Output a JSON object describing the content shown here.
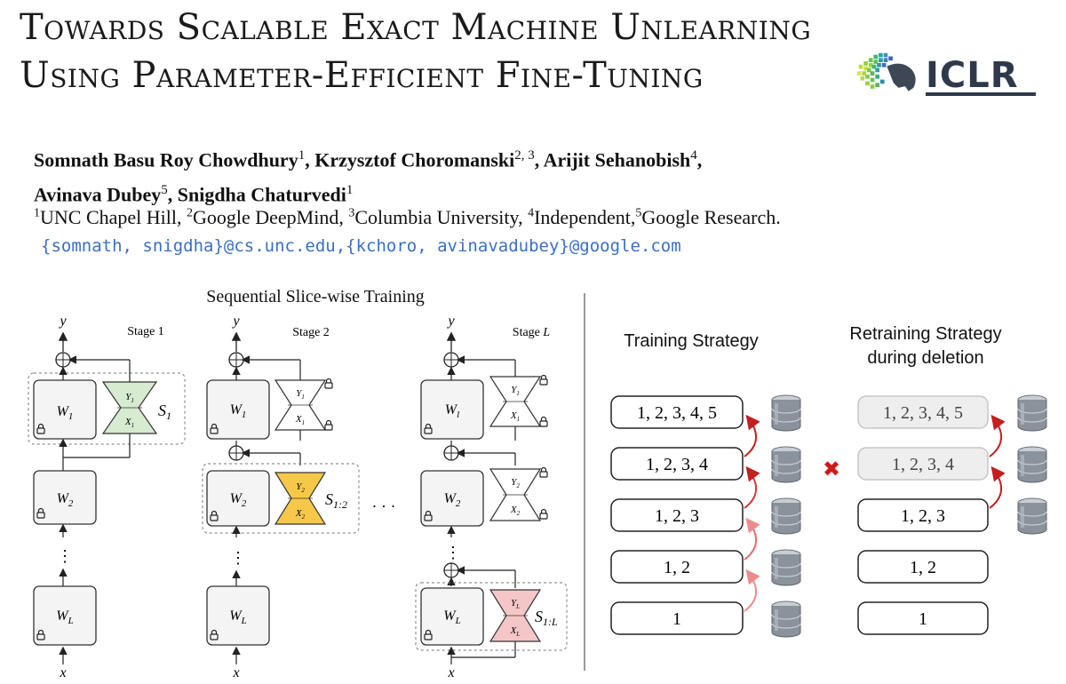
{
  "title": {
    "line1": "Towards Scalable Exact Machine Unlearning",
    "line2": "Using Parameter-Efficient Fine-Tuning"
  },
  "logo": {
    "text": "ICLR"
  },
  "authors": [
    {
      "name": "Somnath Basu Roy Chowdhury",
      "sup": "1",
      "sep": ", "
    },
    {
      "name": "Krzysztof Choromanski",
      "sup": "2, 3",
      "sep": ", "
    },
    {
      "name": "Arijit Sehanobish",
      "sup": "4",
      "sep": ","
    },
    {
      "name": "Avinava Dubey",
      "sup": "5",
      "sep": ", "
    },
    {
      "name": "Snigdha Chaturvedi",
      "sup": "1",
      "sep": ""
    }
  ],
  "affiliations": [
    {
      "sup": "1",
      "name": "UNC Chapel Hill, "
    },
    {
      "sup": "2",
      "name": "Google DeepMind, "
    },
    {
      "sup": "3",
      "name": "Columbia University, "
    },
    {
      "sup": "4",
      "name": "Independent,"
    },
    {
      "sup": "5",
      "name": "Google Research."
    }
  ],
  "emails": "{somnath, snigdha}@cs.unc.edu,{kchoro, avinavadubey}@google.com",
  "figure_left": {
    "heading": "Sequential Slice-wise Training",
    "stages": [
      {
        "label": "Stage 1",
        "output": "y",
        "input": "x",
        "top_block": "W",
        "top_sub": "1",
        "adapter_top": "Y",
        "adapter_top_sub": "1",
        "adapter_bottom": "X",
        "adapter_bottom_sub": "1",
        "slice": "S",
        "slice_sub": "1",
        "mid_block": "W",
        "mid_sub": "2",
        "last_block": "W",
        "last_sub": "L"
      },
      {
        "label": "Stage 2",
        "output": "y",
        "input": "x",
        "top_block": "W",
        "top_sub": "1",
        "adapter_top": "Y",
        "adapter_top_sub": "1",
        "adapter_bottom": "X",
        "adapter_bottom_sub": "1",
        "mid_adapter_top": "Y",
        "mid_adapter_top_sub": "2",
        "mid_adapter_bottom": "X",
        "mid_adapter_bottom_sub": "2",
        "slice": "S",
        "slice_sub": "1:2",
        "mid_block": "W",
        "mid_sub": "2",
        "last_block": "W",
        "last_sub": "L"
      },
      {
        "label": "Stage",
        "label_var": "L",
        "output": "y",
        "input": "x",
        "top_block": "W",
        "top_sub": "l",
        "adapter_top": "Y",
        "adapter_top_sub": "1",
        "adapter_bottom": "X",
        "adapter_bottom_sub": "1",
        "mid_adapter_top": "Y",
        "mid_adapter_top_sub": "2",
        "mid_adapter_bottom": "X",
        "mid_adapter_bottom_sub": "2",
        "last_adapter_top": "Y",
        "last_adapter_top_sub": "L",
        "last_adapter_bottom": "X",
        "last_adapter_bottom_sub": "L",
        "slice": "S",
        "slice_sub": "1:L",
        "mid_block": "W",
        "mid_sub": "2",
        "last_block": "W",
        "last_sub": "L"
      }
    ],
    "ellipsis": "· · ·"
  },
  "figure_right": {
    "training_heading": "Training Strategy",
    "retraining_heading_1": "Retraining Strategy",
    "retraining_heading_2": "during deletion",
    "training_items": [
      "1, 2, 3, 4, 5",
      "1, 2, 3, 4",
      "1, 2, 3",
      "1, 2",
      "1"
    ],
    "retraining_items": [
      "1, 2, 3, 4, 5",
      "1, 2, 3, 4",
      "1, 2, 3",
      "1, 2",
      "1"
    ],
    "retraining_greyed": [
      true,
      true,
      false,
      false,
      false
    ],
    "delete_mark": "✖",
    "colors": {
      "arrow_dark": "#c41e1e",
      "arrow_light": "#ee8c8c",
      "delete": "#d01818",
      "green_adapter": "#d6ebcf",
      "yellow_adapter": "#f6c84a",
      "pink_adapter": "#f5c6c8"
    }
  }
}
